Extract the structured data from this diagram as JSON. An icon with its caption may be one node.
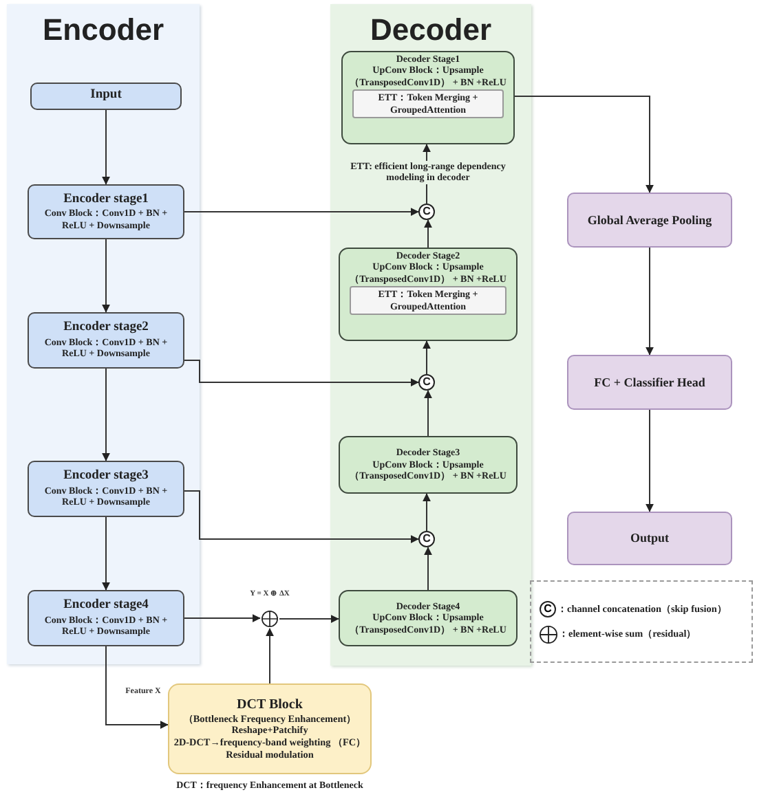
{
  "diagram": {
    "nodes": [
      {
        "text": [
          "Encoder"
        ]
      },
      {
        "text": [
          "Decoder"
        ]
      },
      {
        "text": [
          "Input"
        ],
        "in": 0
      },
      {
        "text": [
          "Encoder stage1",
          "Conv Block：Conv1D + BN + ReLU + Downsample"
        ],
        "in": 0
      },
      {
        "text": [
          "Encoder stage2",
          "Conv Block：Conv1D + BN + ReLU + Downsample"
        ],
        "in": 0
      },
      {
        "text": [
          "Encoder stage3",
          "Conv Block：Conv1D + BN + ReLU + Downsample"
        ],
        "in": 0
      },
      {
        "text": [
          "Encoder stage4",
          "Conv Block：Conv1D + BN + ReLU + Downsample"
        ],
        "in": 0
      },
      {
        "text": [
          "Decoder Stage1",
          "UpConv Block：Upsample （TransposedConv1D） + BN +ReLU"
        ],
        "in": 1
      },
      {
        "text": [
          "ETT：Token Merging + GroupedAttention"
        ],
        "in": 7
      },
      {
        "text": [
          "Decoder Stage2",
          "UpConv Block：Upsample （TransposedConv1D） + BN +ReLU"
        ],
        "in": 1
      },
      {
        "text": [
          "ETT：Token Merging + GroupedAttention"
        ],
        "in": 9
      },
      {
        "text": [
          "Decoder Stage3",
          "UpConv Block：Upsample （TransposedConv1D） + BN +ReLU"
        ],
        "in": 1
      },
      {
        "text": [
          "Decoder Stage4",
          "UpConv Block：Upsample （TransposedConv1D） + BN +ReLU"
        ],
        "in": 1
      },
      {
        "text": [
          "C"
        ],
        "in": 1
      },
      {
        "text": [
          "C"
        ],
        "in": 1
      },
      {
        "text": [
          "C"
        ],
        "in": 1
      },
      {
        "text": [],
        "shape": "circle"
      },
      {
        "text": [
          "DCT Block",
          "（Bottleneck Frequency Enhancement）",
          "Reshape+Patchify",
          "2D-DCT→frequency-band weighting （FC）",
          "Residual modulation"
        ],
        "beside": [
          "DCT：frequency Enhancement at Bottleneck"
        ]
      },
      {
        "text": [
          "Global Average Pooling"
        ]
      },
      {
        "text": [
          "FC + Classifier Head"
        ]
      },
      {
        "text": [
          "Output"
        ]
      }
    ],
    "edges": [
      {
        "from": 2,
        "to": 3,
        "arrow": "to"
      },
      {
        "from": 3,
        "to": 4,
        "arrow": "to"
      },
      {
        "from": 4,
        "to": 5,
        "arrow": "to"
      },
      {
        "from": 5,
        "to": 6,
        "arrow": "to"
      },
      {
        "from": 3,
        "to": 13,
        "arrow": "to"
      },
      {
        "from": 4,
        "to": 14,
        "arrow": "to"
      },
      {
        "from": 5,
        "to": 15,
        "arrow": "to"
      },
      {
        "from": 6,
        "to": 16,
        "arrow": "to"
      },
      {
        "from": 6,
        "to": 17,
        "arrow": "to"
      },
      {
        "from": 17,
        "to": 16,
        "arrow": "to"
      },
      {
        "from": 16,
        "to": 12,
        "arrow": "to"
      },
      {
        "from": 12,
        "to": 15,
        "arrow": "to"
      },
      {
        "from": 15,
        "to": 11,
        "arrow": "to"
      },
      {
        "from": 11,
        "to": 14,
        "arrow": "to"
      },
      {
        "from": 14,
        "to": 9,
        "arrow": "to"
      },
      {
        "from": 9,
        "to": 13,
        "arrow": "to"
      },
      {
        "from": 13,
        "to": 7,
        "arrow": "to",
        "label": "ETT: efficient long-range dependency modeling in decoder"
      },
      {
        "from": 7,
        "to": 18,
        "arrow": "to"
      },
      {
        "from": 18,
        "to": 19,
        "arrow": "to"
      },
      {
        "from": 19,
        "to": 20,
        "arrow": "to"
      }
    ],
    "labels": [
      "Y = X ⊕ ΔX",
      "Feature X",
      "C"
    ],
    "legend": [
      {
        "text": "：channel concatenation（skip fusion）"
      },
      {
        "text": "：element-wise sum（residual）"
      }
    ]
  }
}
